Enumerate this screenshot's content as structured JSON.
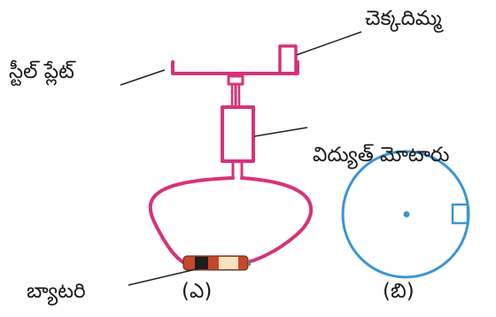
{
  "labels": {
    "steel_plate": "స్టీల్ ప్లేట్",
    "spinner": "చెక్కదిమ్మ",
    "motor": "విద్యుత్ మోటారు",
    "battery": "బ్యాటరి",
    "figure_a": "(ఎ)",
    "figure_b": "(బి)"
  },
  "colors": {
    "wire": "#d6337a",
    "plate_circle": "#3a95d4",
    "line": "#222222",
    "battery_body": "#c44a2a",
    "battery_label": "#f4e2c0"
  }
}
